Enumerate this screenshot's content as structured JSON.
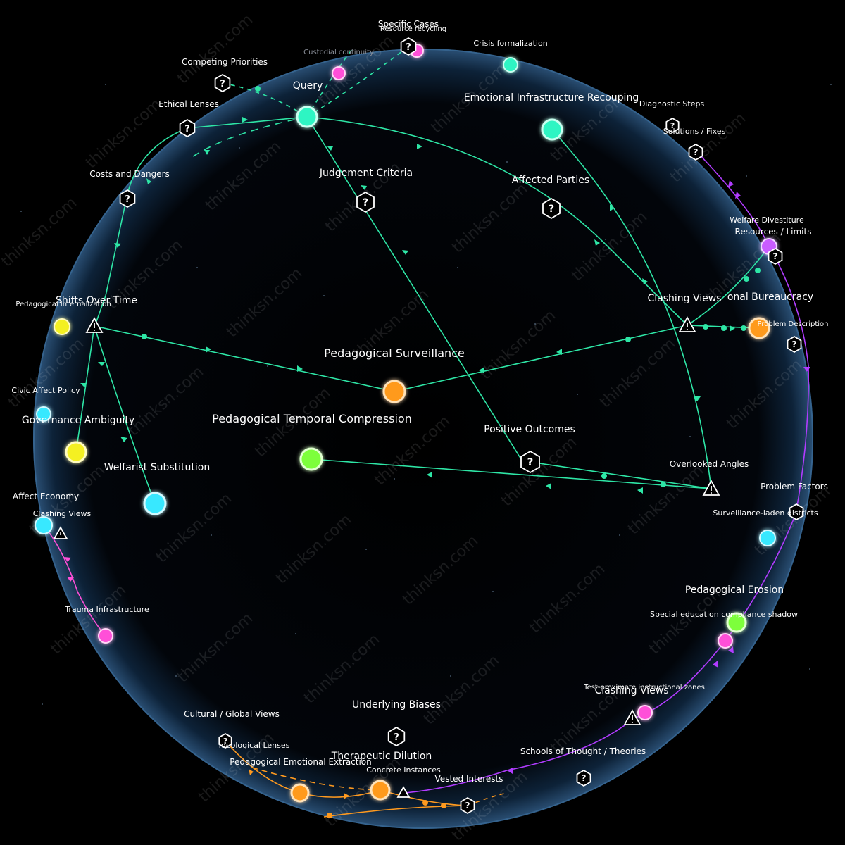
{
  "watermark": "thinksn.com",
  "colors": {
    "edge_green": "#2ee6a6",
    "edge_purple": "#b13cff",
    "edge_magenta": "#ff4fd8",
    "edge_orange": "#ff9a1f",
    "node_cyan": "#3ff0d2",
    "node_teal": "#2ff5c3",
    "node_yellow": "#f4f021",
    "node_orange": "#ff9a1f",
    "node_lime": "#7dff3a",
    "node_magenta": "#ff4fd8",
    "node_violet": "#c95bff",
    "node_sky": "#38e8ff"
  },
  "nodes": {
    "query": "Query",
    "emotional_infrastructure": "Emotional Infrastructure Recouping",
    "crisis_formalization": "Crisis formalization",
    "specific_cases": "Specific Cases",
    "resource_recycling": "Resource recycling",
    "custodial_continuity": "Custodial continuity",
    "competing_priorities": "Competing Priorities",
    "ethical_lenses": "Ethical Lenses",
    "costs_and_dangers": "Costs and Dangers",
    "judgement_criteria": "Judgement Criteria",
    "affected_parties": "Affected Parties",
    "diagnostic_steps": "Diagnostic Steps",
    "solutions_fixes": "Solutions / Fixes",
    "welfare_divestiture": "Welfare Divestiture",
    "resources_limits": "Resources / Limits",
    "clashing_views_right": "Clashing Views",
    "bureaucracy_tail": "onal Bureaucracy",
    "problem_description": "Problem Description",
    "pedagogical_internalization": "Pedagogical Internalization",
    "shifts_over_time": "Shifts Over Time",
    "pedagogical_surveillance": "Pedagogical Surveillance",
    "civic_affect_policy": "Civic Affect Policy",
    "governance_ambiguity": "Governance Ambiguity",
    "pedagogical_temporal_compression": "Pedagogical Temporal Compression",
    "positive_outcomes": "Positive Outcomes",
    "welfarist_substitution": "Welfarist Substitution",
    "overlooked_angles": "Overlooked Angles",
    "affect_economy": "Affect Economy",
    "clashing_views_left": "Clashing Views",
    "problem_factors": "Problem Factors",
    "surveillance_laden_districts": "Surveillance-laden districts",
    "trauma_infrastructure": "Trauma Infrastructure",
    "pedagogical_erosion": "Pedagogical Erosion",
    "special_education_shadow": "Special education compliance shadow",
    "test_proximate_zones": "Test-proximate instructional zones",
    "clashing_views_bottom": "Clashing Views",
    "underlying_biases": "Underlying Biases",
    "cultural_global_views": "Cultural / Global Views",
    "ideological_lenses": "Ideological Lenses",
    "therapeutic_dilution": "Therapeutic Dilution",
    "pedagogical_emotional_extraction": "Pedagogical Emotional Extraction",
    "concrete_instances": "Concrete Instances",
    "schools_of_thought": "Schools of Thought / Theories",
    "vested_interests": "Vested Interests"
  }
}
